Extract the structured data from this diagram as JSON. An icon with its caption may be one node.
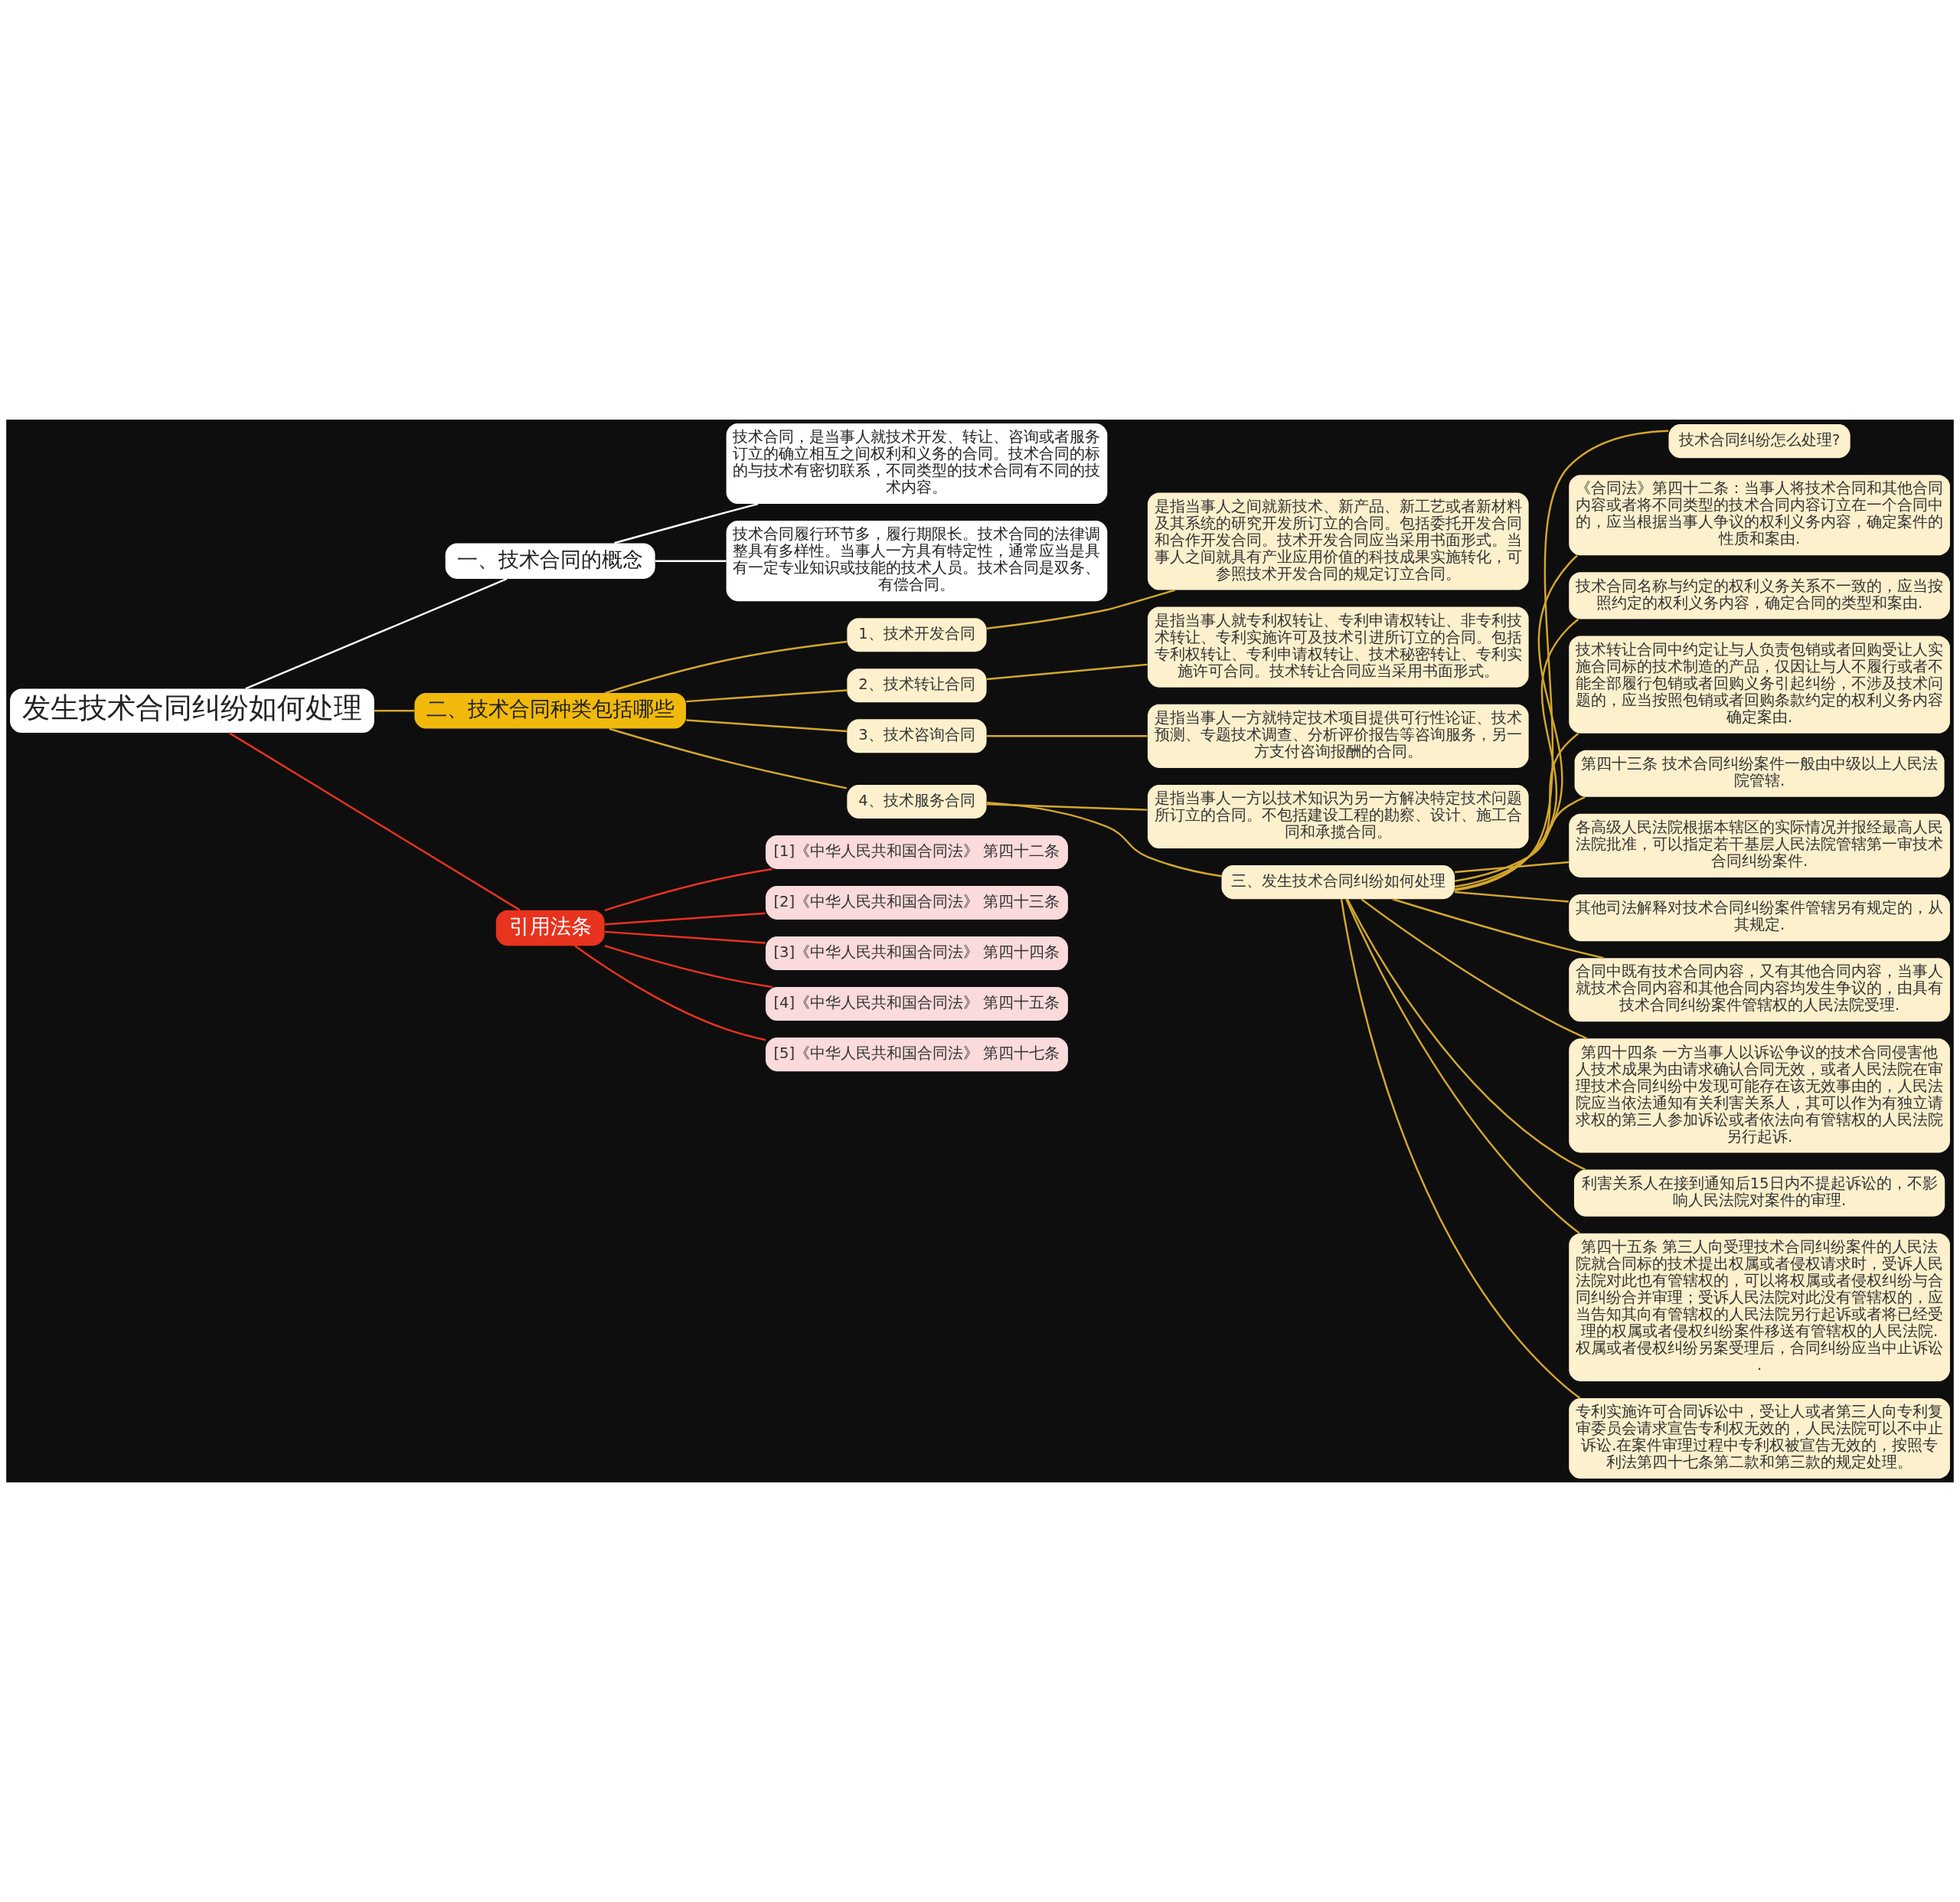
{
  "diagram": {
    "nodes": [
      {
        "text": [
          "发生技术合同纠纷如何处理"
        ]
      },
      {
        "text": [
          "一、技术合同的概念"
        ]
      },
      {
        "text": [
          "技术合同，是当事人就技术开发、转让、咨询或者服务订立的确立相互之间权利和义务的合同。技术合同的标的与技术有密切联系，不同类型的技术合同有不同的技术内容。"
        ]
      },
      {
        "text": [
          "技术合同履行环节多，履行期限长。技术合同的法律调整具有多样性。当事人一方具有特定性，通常应当是具有一定专业知识或技能的技术人员。技术合同是双务、有偿合同。"
        ]
      },
      {
        "text": [
          "二、技术合同种类包括哪些"
        ]
      },
      {
        "text": [
          "1、技术开发合同"
        ]
      },
      {
        "text": [
          "是指当事人之间就新技术、新产品、新工艺或者新材料及其系统的研究开发所订立的合同。包括委托开发合同和合作开发合同。技术开发合同应当采用书面形式。当事人之间就具有产业应用价值的科技成果实施转化，可参照技术开发合同的规定订立合同。"
        ]
      },
      {
        "text": [
          "2、技术转让合同"
        ]
      },
      {
        "text": [
          "是指当事人就专利权转让、专利申请权转让、非专利技术转让、专利实施许可及技术引进所订立的合同。包括专利权转让、专利申请权转让、技术秘密转让、专利实施许可合同。技术转让合同应当采用书面形式。"
        ]
      },
      {
        "text": [
          "3、技术咨询合同"
        ]
      },
      {
        "text": [
          "是指当事人一方就特定技术项目提供可行性论证、技术预测、专题技术调查、分析评价报告等咨询服务，另一方支付咨询报酬的合同。"
        ]
      },
      {
        "text": [
          "4、技术服务合同"
        ]
      },
      {
        "text": [
          "是指当事人一方以技术知识为另一方解决特定技术问题所订立的合同。不包括建设工程的勘察、设计、施工合同和承揽合同。"
        ]
      },
      {
        "text": [
          "三、发生技术合同纠纷如何处理"
        ]
      },
      {
        "text": [
          "技术合同纠纷怎么处理?"
        ]
      },
      {
        "text": [
          "《合同法》第四十二条：当事人将技术合同和其他合同内容或者将不同类型的技术合同内容订立在一个合同中的，应当根据当事人争议的权利义务内容，确定案件的性质和案由."
        ]
      },
      {
        "text": [
          "技术合同名称与约定的权利义务关系不一致的，应当按照约定的权利义务内容，确定合同的类型和案由."
        ]
      },
      {
        "text": [
          "技术转让合同中约定让与人负责包销或者回购受让人实施合同标的技术制造的产品，仅因让与人不履行或者不能全部履行包销或者回购义务引起纠纷，不涉及技术问题的，应当按照包销或者回购条款约定的权利义务内容确定案由."
        ]
      },
      {
        "text": [
          "第四十三条 技术合同纠纷案件一般由中级以上人民法院管辖."
        ]
      },
      {
        "text": [
          "各高级人民法院根据本辖区的实际情况并报经最高人民法院批准，可以指定若干基层人民法院管辖第一审技术合同纠纷案件."
        ]
      },
      {
        "text": [
          "其他司法解释对技术合同纠纷案件管辖另有规定的，从其规定."
        ]
      },
      {
        "text": [
          "合同中既有技术合同内容，又有其他合同内容，当事人就技术合同内容和其他合同内容均发生争议的，由具有技术合同纠纷案件管辖权的人民法院受理."
        ]
      },
      {
        "text": [
          "第四十四条 一方当事人以诉讼争议的技术合同侵害他人技术成果为由请求确认合同无效，或者人民法院在审理技术合同纠纷中发现可能存在该无效事由的，人民法院应当依法通知有关利害关系人，其可以作为有独立请求权的第三人参加诉讼或者依法向有管辖权的人民法院另行起诉."
        ]
      },
      {
        "text": [
          "利害关系人在接到通知后15日内不提起诉讼的，不影响人民法院对案件的审理."
        ]
      },
      {
        "text": [
          "第四十五条 第三人向受理技术合同纠纷案件的人民法院就合同标的技术提出权属或者侵权请求时，受诉人民法院对此也有管辖权的，可以将权属或者侵权纠纷与合同纠纷合并审理；受诉人民法院对此没有管辖权的，应当告知其向有管辖权的人民法院另行起诉或者将已经受理的权属或者侵权纠纷案件移送有管辖权的人民法院.权属或者侵权纠纷另案受理后，合同纠纷应当中止诉讼."
        ]
      },
      {
        "text": [
          "专利实施许可合同诉讼中，受让人或者第三人向专利复审委员会请求宣告专利权无效的，人民法院可以不中止诉讼.在案件审理过程中专利权被宣告无效的，按照专利法第四十七条第二款和第三款的规定处理。"
        ]
      },
      {
        "text": [
          "引用法条"
        ]
      },
      {
        "text": [
          "[1]《中华人民共和国合同法》 第四十二条"
        ]
      },
      {
        "text": [
          "[2]《中华人民共和国合同法》 第四十三条"
        ]
      },
      {
        "text": [
          "[3]《中华人民共和国合同法》 第四十四条"
        ]
      },
      {
        "text": [
          "[4]《中华人民共和国合同法》 第四十五条"
        ]
      },
      {
        "text": [
          "[5]《中华人民共和国合同法》 第四十七条"
        ]
      }
    ],
    "edges": [
      {
        "from": 0,
        "to": 1,
        "arrow": "none",
        "color": "#ffffff"
      },
      {
        "from": 1,
        "to": 2,
        "arrow": "none",
        "color": "#ffffff"
      },
      {
        "from": 1,
        "to": 3,
        "arrow": "none",
        "color": "#ffffff"
      },
      {
        "from": 0,
        "to": 4,
        "arrow": "none"
      },
      {
        "from": 4,
        "to": 5,
        "arrow": "none"
      },
      {
        "from": 5,
        "to": 6,
        "arrow": "none"
      },
      {
        "from": 4,
        "to": 7,
        "arrow": "none"
      },
      {
        "from": 7,
        "to": 8,
        "arrow": "none"
      },
      {
        "from": 4,
        "to": 9,
        "arrow": "none"
      },
      {
        "from": 9,
        "to": 10,
        "arrow": "none"
      },
      {
        "from": 4,
        "to": 11,
        "arrow": "none"
      },
      {
        "from": 11,
        "to": 12,
        "arrow": "none"
      },
      {
        "from": 11,
        "to": 13,
        "arrow": "none"
      },
      {
        "from": 13,
        "to": 14,
        "arrow": "none"
      },
      {
        "from": 13,
        "to": 15,
        "arrow": "none"
      },
      {
        "from": 13,
        "to": 16,
        "arrow": "none"
      },
      {
        "from": 13,
        "to": 17,
        "arrow": "none"
      },
      {
        "from": 13,
        "to": 18,
        "arrow": "none"
      },
      {
        "from": 13,
        "to": 19,
        "arrow": "none"
      },
      {
        "from": 13,
        "to": 20,
        "arrow": "none"
      },
      {
        "from": 13,
        "to": 21,
        "arrow": "none"
      },
      {
        "from": 13,
        "to": 22,
        "arrow": "none"
      },
      {
        "from": 13,
        "to": 23,
        "arrow": "none"
      },
      {
        "from": 13,
        "to": 24,
        "arrow": "none"
      },
      {
        "from": 13,
        "to": 25,
        "arrow": "none"
      },
      {
        "from": 0,
        "to": 26,
        "arrow": "none",
        "color": "#e8331f"
      },
      {
        "from": 26,
        "to": 27,
        "arrow": "none",
        "color": "#e8331f"
      },
      {
        "from": 26,
        "to": 28,
        "arrow": "none",
        "color": "#e8331f"
      },
      {
        "from": 26,
        "to": 29,
        "arrow": "none",
        "color": "#e8331f"
      },
      {
        "from": 26,
        "to": 30,
        "arrow": "none",
        "color": "#e8331f"
      },
      {
        "from": 26,
        "to": 31,
        "arrow": "none",
        "color": "#e8331f"
      }
    ]
  }
}
